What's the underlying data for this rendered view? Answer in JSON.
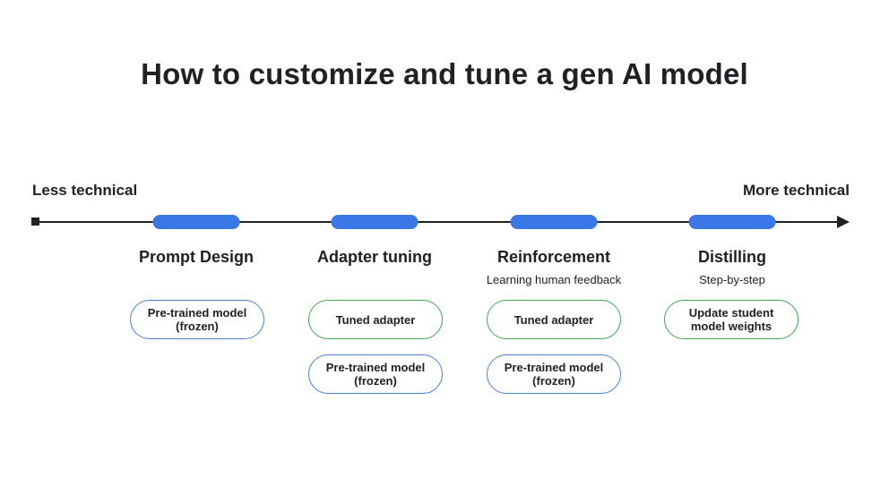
{
  "title": "How to customize and tune a gen AI model",
  "axis": {
    "left_label": "Less technical",
    "right_label": "More technical"
  },
  "colors": {
    "accent_blue": "#3b78e7",
    "box_blue": "#4a7fd9",
    "box_green": "#3ea653",
    "text": "#202124"
  },
  "stages": [
    {
      "name": "Prompt Design",
      "subtitle": "",
      "boxes": [
        {
          "text": "Pre-trained model\n(frozen)",
          "color": "blue"
        }
      ]
    },
    {
      "name": "Adapter tuning",
      "subtitle": "",
      "boxes": [
        {
          "text": "Tuned adapter",
          "color": "green"
        },
        {
          "text": "Pre-trained model\n(frozen)",
          "color": "blue"
        }
      ]
    },
    {
      "name": "Reinforcement",
      "subtitle": "Learning human feedback",
      "boxes": [
        {
          "text": "Tuned adapter",
          "color": "green"
        },
        {
          "text": "Pre-trained model\n(frozen)",
          "color": "blue"
        }
      ]
    },
    {
      "name": "Distilling",
      "subtitle": "Step-by-step",
      "boxes": [
        {
          "text": "Update student\nmodel weights",
          "color": "green"
        }
      ]
    }
  ]
}
